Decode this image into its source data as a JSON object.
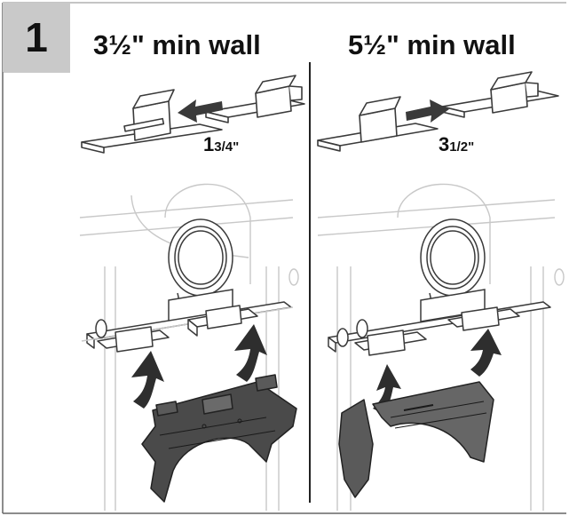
{
  "step": {
    "number": "1"
  },
  "panels": [
    {
      "title": "3½\" min wall",
      "dimension_main": "1",
      "dimension_frac": "3/4\"",
      "arrow_direction": "inward"
    },
    {
      "title": "5½\" min wall",
      "dimension_main": "3",
      "dimension_frac": "1/2\"",
      "arrow_direction": "outward"
    }
  ],
  "colors": {
    "line": "#3a3a3a",
    "faint": "#c8c8c8",
    "part": "#4a4a4a",
    "step_box": "#c9c9c9"
  }
}
